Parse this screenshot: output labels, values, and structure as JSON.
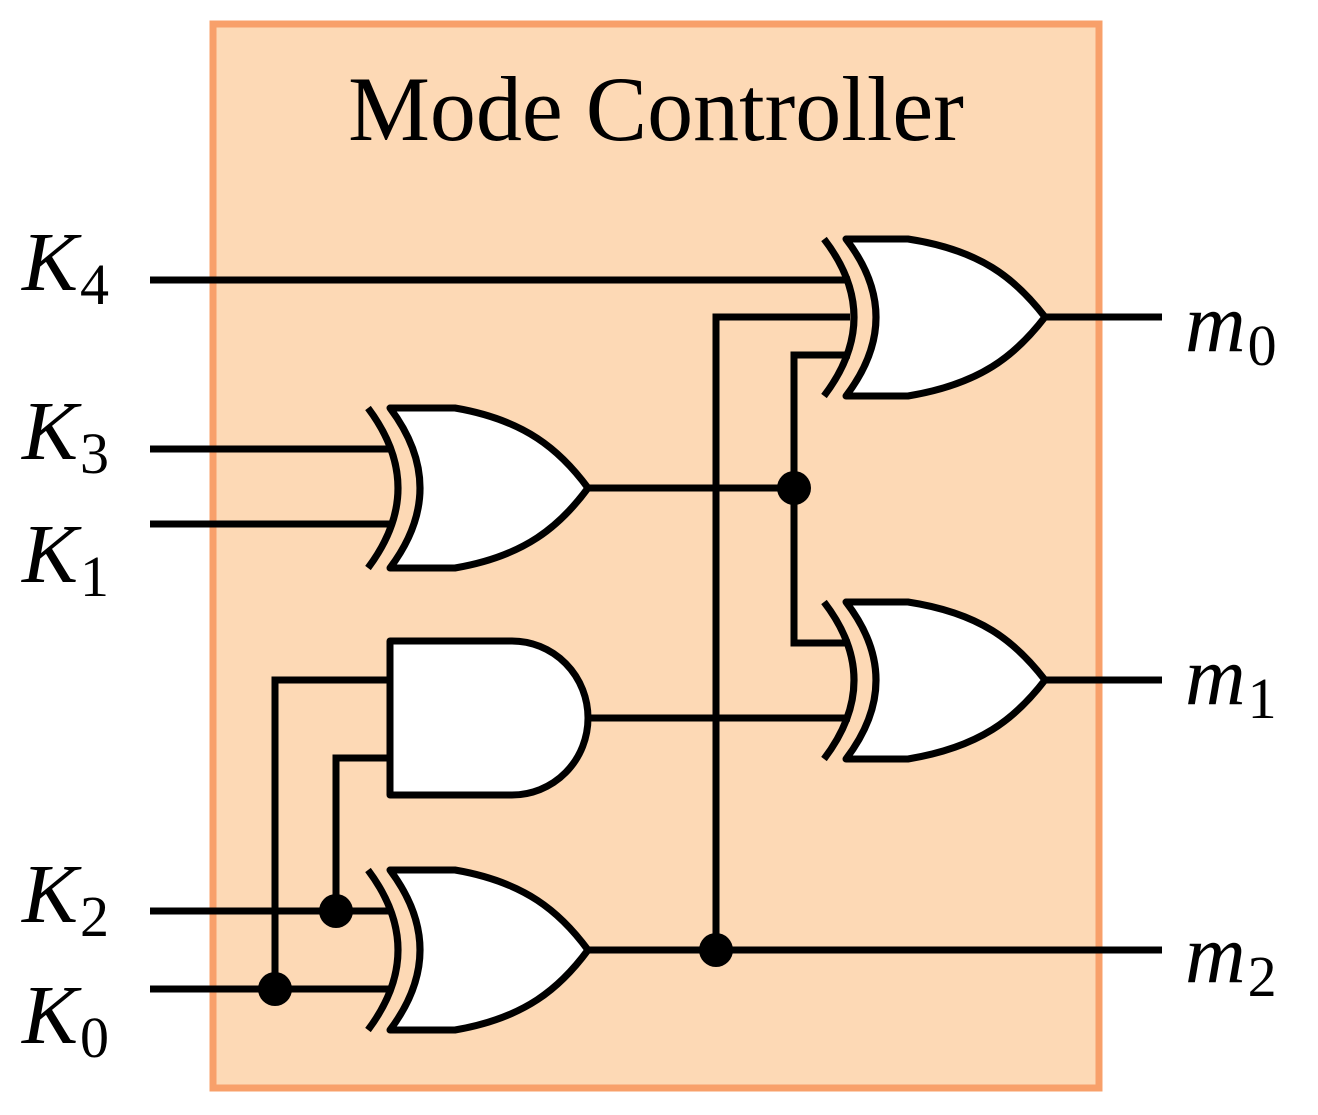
{
  "title": "Mode Controller",
  "colors": {
    "box_fill": "#fdd9b5",
    "box_border": "#f8a06a",
    "wire": "#000000",
    "gate_fill": "#ffffff"
  },
  "inputs": [
    {
      "letter": "K",
      "index": "4"
    },
    {
      "letter": "K",
      "index": "3"
    },
    {
      "letter": "K",
      "index": "1"
    },
    {
      "letter": "K",
      "index": "2"
    },
    {
      "letter": "K",
      "index": "0"
    }
  ],
  "outputs": [
    {
      "letter": "m",
      "index": "0"
    },
    {
      "letter": "m",
      "index": "1"
    },
    {
      "letter": "m",
      "index": "2"
    }
  ],
  "gates": [
    {
      "type": "XOR",
      "inputs": [
        "K3",
        "K1"
      ]
    },
    {
      "type": "AND",
      "inputs": [
        "K0",
        "K2"
      ]
    },
    {
      "type": "XOR",
      "inputs": [
        "K2",
        "K0"
      ]
    },
    {
      "type": "XOR",
      "inputs": [
        "K4",
        "m2",
        "K3 xor K1"
      ],
      "output": "m0"
    },
    {
      "type": "XOR",
      "inputs": [
        "K3 xor K1",
        "K0 and K2"
      ],
      "output": "m1"
    }
  ]
}
